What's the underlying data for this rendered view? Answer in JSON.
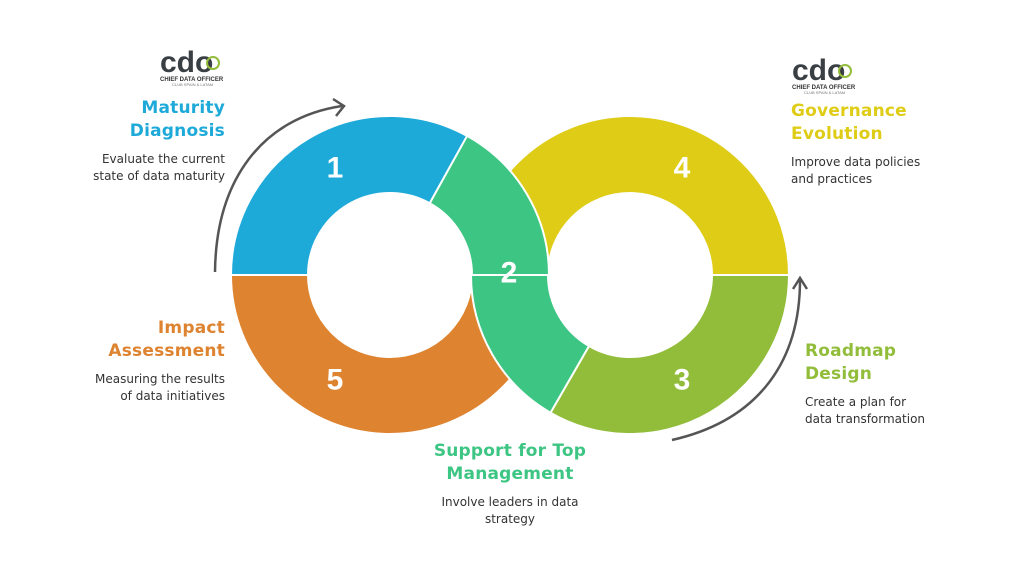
{
  "logo": {
    "mark": "cdo",
    "name": "CHIEF DATA OFFICER",
    "tagline": "CLUB SPAIN & LATAM"
  },
  "colors": {
    "blue": "#1EAAD9",
    "green": "#3DC583",
    "yellow": "#DFCC16",
    "lime": "#92BD3A",
    "orange": "#DE8330",
    "arrow": "#555555"
  },
  "steps": [
    {
      "number": "1",
      "title_1": "Maturity",
      "title_2": "Diagnosis",
      "desc_1": "Evaluate the current",
      "desc_2": "state of data maturity",
      "color": "#1EAAD9"
    },
    {
      "number": "2",
      "title_1": "Support for Top",
      "title_2": "Management",
      "desc_1": "Involve leaders in data",
      "desc_2": "strategy",
      "color": "#3DC583"
    },
    {
      "number": "3",
      "title_1": "Roadmap",
      "title_2": "Design",
      "desc_1": "Create a plan for",
      "desc_2": "data transformation",
      "color": "#92BD3A"
    },
    {
      "number": "4",
      "title_1": "Governance",
      "title_2": "Evolution",
      "desc_1": "Improve data policies",
      "desc_2": "and practices",
      "color": "#DFCC16"
    },
    {
      "number": "5",
      "title_1": "Impact",
      "title_2": "Assessment",
      "desc_1": "Measuring the results",
      "desc_2": "of data initiatives",
      "color": "#DE8330"
    }
  ]
}
